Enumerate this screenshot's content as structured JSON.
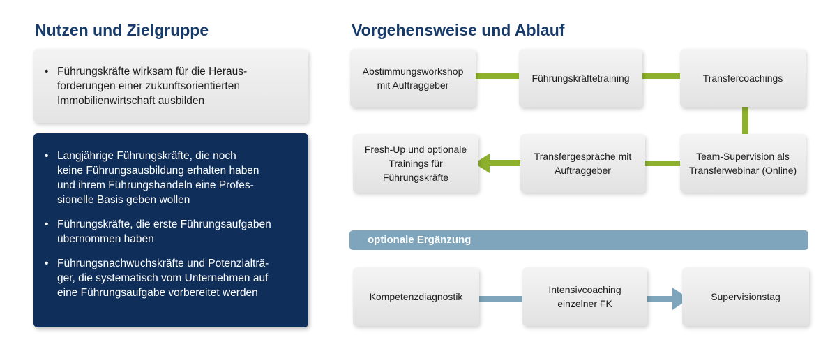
{
  "colors": {
    "navy": "#0f2f5a",
    "heading_blue": "#163b6a",
    "lime_green": "#8db12d",
    "steel_blue": "#7ea5bb",
    "box_grey": "#e8e8e8"
  },
  "left": {
    "heading": "Nutzen und Zielgruppe",
    "light_panel": {
      "items": [
        "Führungskräfte wirksam für die Heraus-\nforderungen einer zukunftsorientierten\nImmobilienwirtschaft ausbilden"
      ]
    },
    "dark_panel": {
      "items": [
        "Langjährige Führungskräfte, die noch\nkeine Führungsausbildung erhalten haben\nund ihrem Führungshandeln eine Profes-\nsionelle Basis geben wollen",
        "Führungskräfte, die erste Führungsaufgaben\nübernommen haben",
        "Führungsnachwuchskräfte und Potenzialträ-\nger, die systematisch vom Unternehmen auf\neine Führungsaufgabe vorbereitet werden"
      ]
    }
  },
  "right": {
    "heading": "Vorgehensweise und Ablauf",
    "flow": {
      "abstimmung": "Abstimmungsworkshop\nmit Auftraggeber",
      "fuehrungstraining": "Führungskräftetraining",
      "transfercoachings": "Transfercoachings",
      "team_supervision": "Team-Supervision als\nTransferwebinar (Online)",
      "transfergespraeche": "Transfergespräche mit\nAuftraggeber",
      "fresh_up": "Fresh-Up und optionale\nTrainings für\nFührungskräfte"
    },
    "optional": {
      "banner": "optionale Ergänzung",
      "kompetenzdiagnostik": "Kompetenzdiagnostik",
      "intensivcoaching": "Intensivcoaching\neinzelner FK",
      "supervisionstag": "Supervisionstag"
    }
  }
}
